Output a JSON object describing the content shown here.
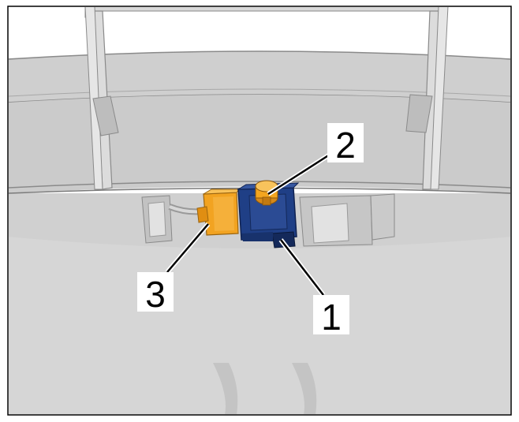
{
  "callouts": [
    {
      "id": "1",
      "label": "1"
    },
    {
      "id": "2",
      "label": "2"
    },
    {
      "id": "3",
      "label": "3"
    }
  ],
  "colors": {
    "background": "#ffffff",
    "panel": "#cfcfcf",
    "panel_dark": "#b4b4b4",
    "panel_light": "#e4e4e4",
    "sensor": "#1f3f86",
    "sensor_dark": "#14295a",
    "bolt": "#f3a51f",
    "connector": "#f2a321",
    "line": "#000000"
  },
  "icons": {
    "part_1": "sensor-housing-icon",
    "part_2": "mounting-bolt-icon",
    "part_3": "electrical-connector-icon"
  }
}
